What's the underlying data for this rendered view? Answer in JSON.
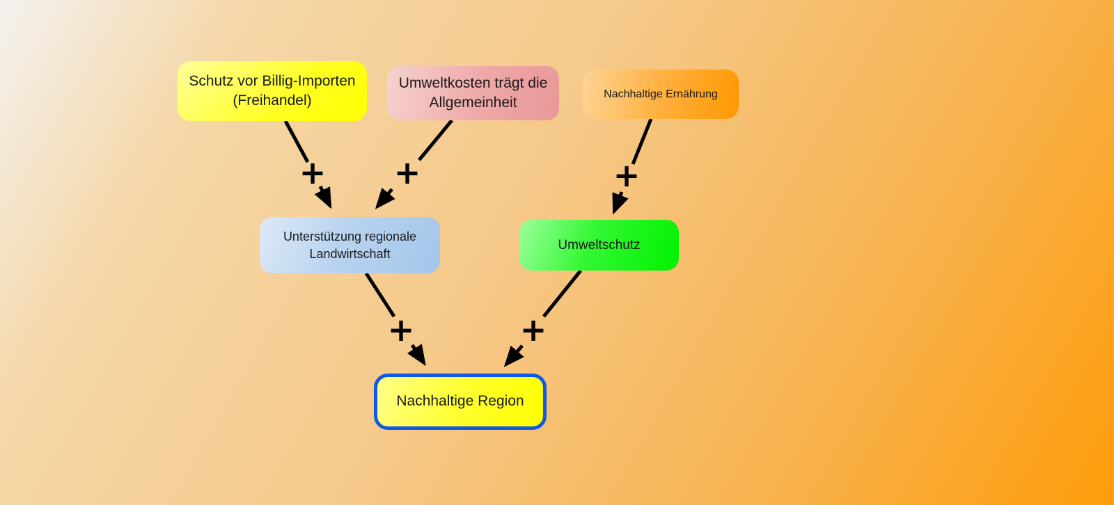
{
  "nodes": {
    "schutz": "Schutz vor Billig-Importen (Freihandel)",
    "kosten": "Umweltkosten trägt die Allgemeinheit",
    "ernaehrung": "Nachhaltige Ernährung",
    "unterstuetzung": "Unterstützung regionale Landwirtschaft",
    "umweltschutz": "Umweltschutz",
    "region": "Nachhaltige Region"
  },
  "edges": [
    {
      "from": "Schutz vor Billig-Importen (Freihandel)",
      "to": "Unterstützung regionale Landwirtschaft",
      "sign": "+"
    },
    {
      "from": "Umweltkosten trägt die Allgemeinheit",
      "to": "Unterstützung regionale Landwirtschaft",
      "sign": "+"
    },
    {
      "from": "Nachhaltige Ernährung",
      "to": "Umweltschutz",
      "sign": "+"
    },
    {
      "from": "Unterstützung regionale Landwirtschaft",
      "to": "Nachhaltige Region",
      "sign": "+"
    },
    {
      "from": "Umweltschutz",
      "to": "Nachhaltige Region",
      "sign": "+"
    }
  ],
  "colors": {
    "edge": "#000000",
    "region_border": "#1158e6"
  }
}
